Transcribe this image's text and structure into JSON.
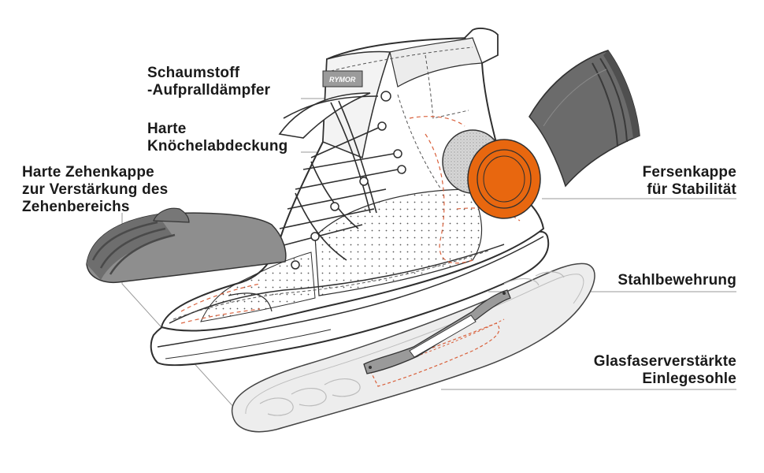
{
  "labels": {
    "foam_impact": {
      "line1": "Schaumstoff",
      "line2": "-Aufpralldämpfer"
    },
    "ankle_cover": {
      "line1": "Harte",
      "line2": "Knöchelabdeckung"
    },
    "toe_cap": {
      "line1": "Harte Zehenkappe",
      "line2": "zur Verstärkung des",
      "line3": "Zehenbereichs"
    },
    "heel_cap": {
      "line1": "Fersenkappe",
      "line2": "für Stabilität"
    },
    "steel": {
      "line1": "Stahlbewehrung"
    },
    "insole": {
      "line1": "Glasfaserverstärkte",
      "line2": "Einlegesohle"
    }
  },
  "colors": {
    "text": "#1a1a1a",
    "outline": "#333333",
    "dashed_red": "#d9603b",
    "orange_cap": "#e8670f",
    "grey_dark": "#5e5e5e",
    "grey_mid": "#8a8a8a",
    "insole_fill": "#ededed",
    "foam_fill": "#cfcfcf",
    "leader": "#9a9a9a"
  },
  "brand_tag": "RYMOR"
}
